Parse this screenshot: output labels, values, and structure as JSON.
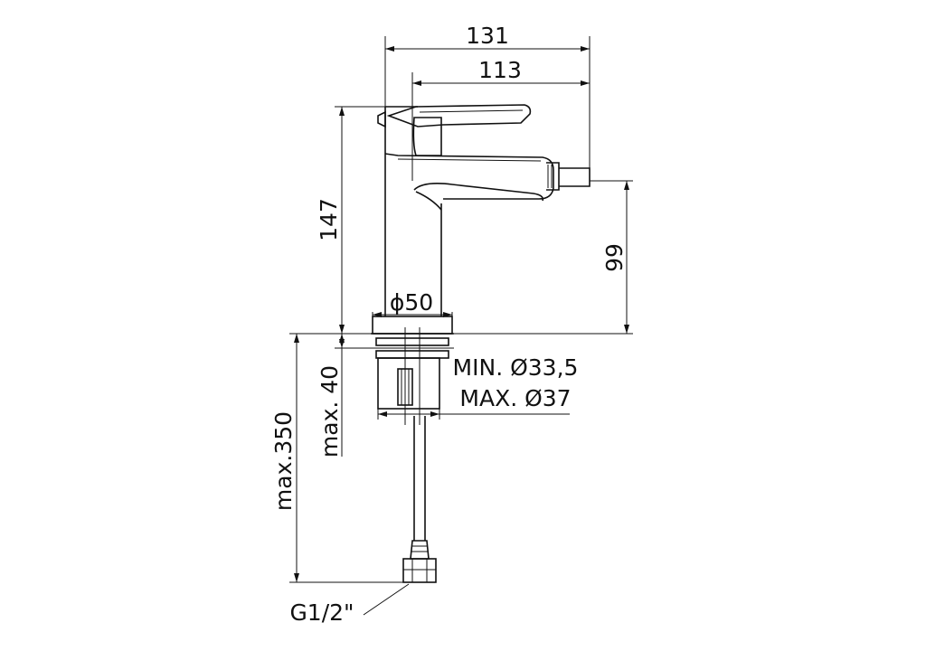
{
  "dimensions": {
    "overall_depth": "131",
    "spout_reach": "113",
    "overall_height": "147",
    "spout_height": "99",
    "base_diameter": "ϕ50",
    "hole_min": "MIN. Ø33,5",
    "hole_max": "MAX. Ø37",
    "deck_thickness": "max. 40",
    "hose_length": "max.350",
    "connection": "G1/2\""
  }
}
